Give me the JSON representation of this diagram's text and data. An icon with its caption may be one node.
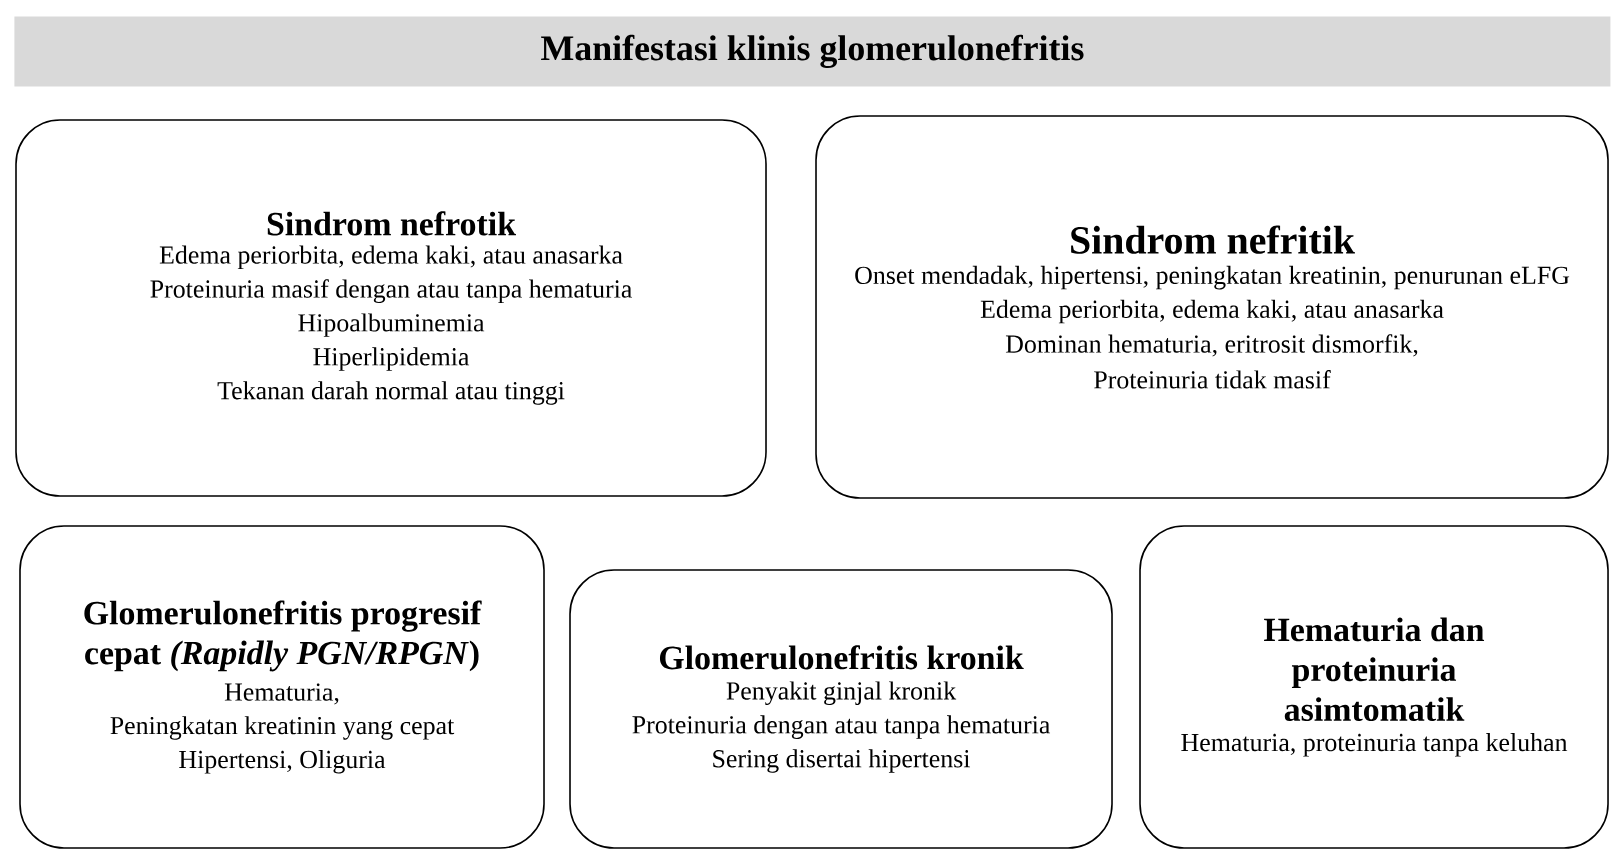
{
  "diagram": {
    "title": "Manifestasi klinis glomerulonefritis",
    "nodes": [
      {
        "text": [
          "Sindrom nefrotik",
          "Edema periorbita, edema kaki, atau anasarka",
          "Proteinuria masif dengan atau tanpa hematuria",
          "Hipoalbuminemia",
          "Hiperlipidemia",
          "Tekanan darah normal atau tinggi"
        ]
      },
      {
        "text": [
          "Sindrom nefritik",
          "Onset mendadak, hipertensi, peningkatan kreatinin, penurunan eLFG",
          "Edema periorbita, edema kaki, atau anasarka",
          "Dominan hematuria, eritrosit dismorfik,",
          "Proteinuria tidak masif"
        ]
      },
      {
        "text": [
          "Glomerulonefritis progresif cepat *(Rapidly PGN/RPGN*)",
          "Hematuria,",
          "Peningkatan kreatinin yang cepat",
          "Hipertensi, Oliguria"
        ]
      },
      {
        "text": [
          "Glomerulonefritis kronik",
          "Penyakit ginjal kronik",
          "Proteinuria dengan atau tanpa hematuria",
          "Sering disertai hipertensi"
        ]
      },
      {
        "text": [
          "Hematuria dan proteinuria asimtomatik",
          "Hematuria, proteinuria tanpa keluhan"
        ]
      }
    ]
  }
}
